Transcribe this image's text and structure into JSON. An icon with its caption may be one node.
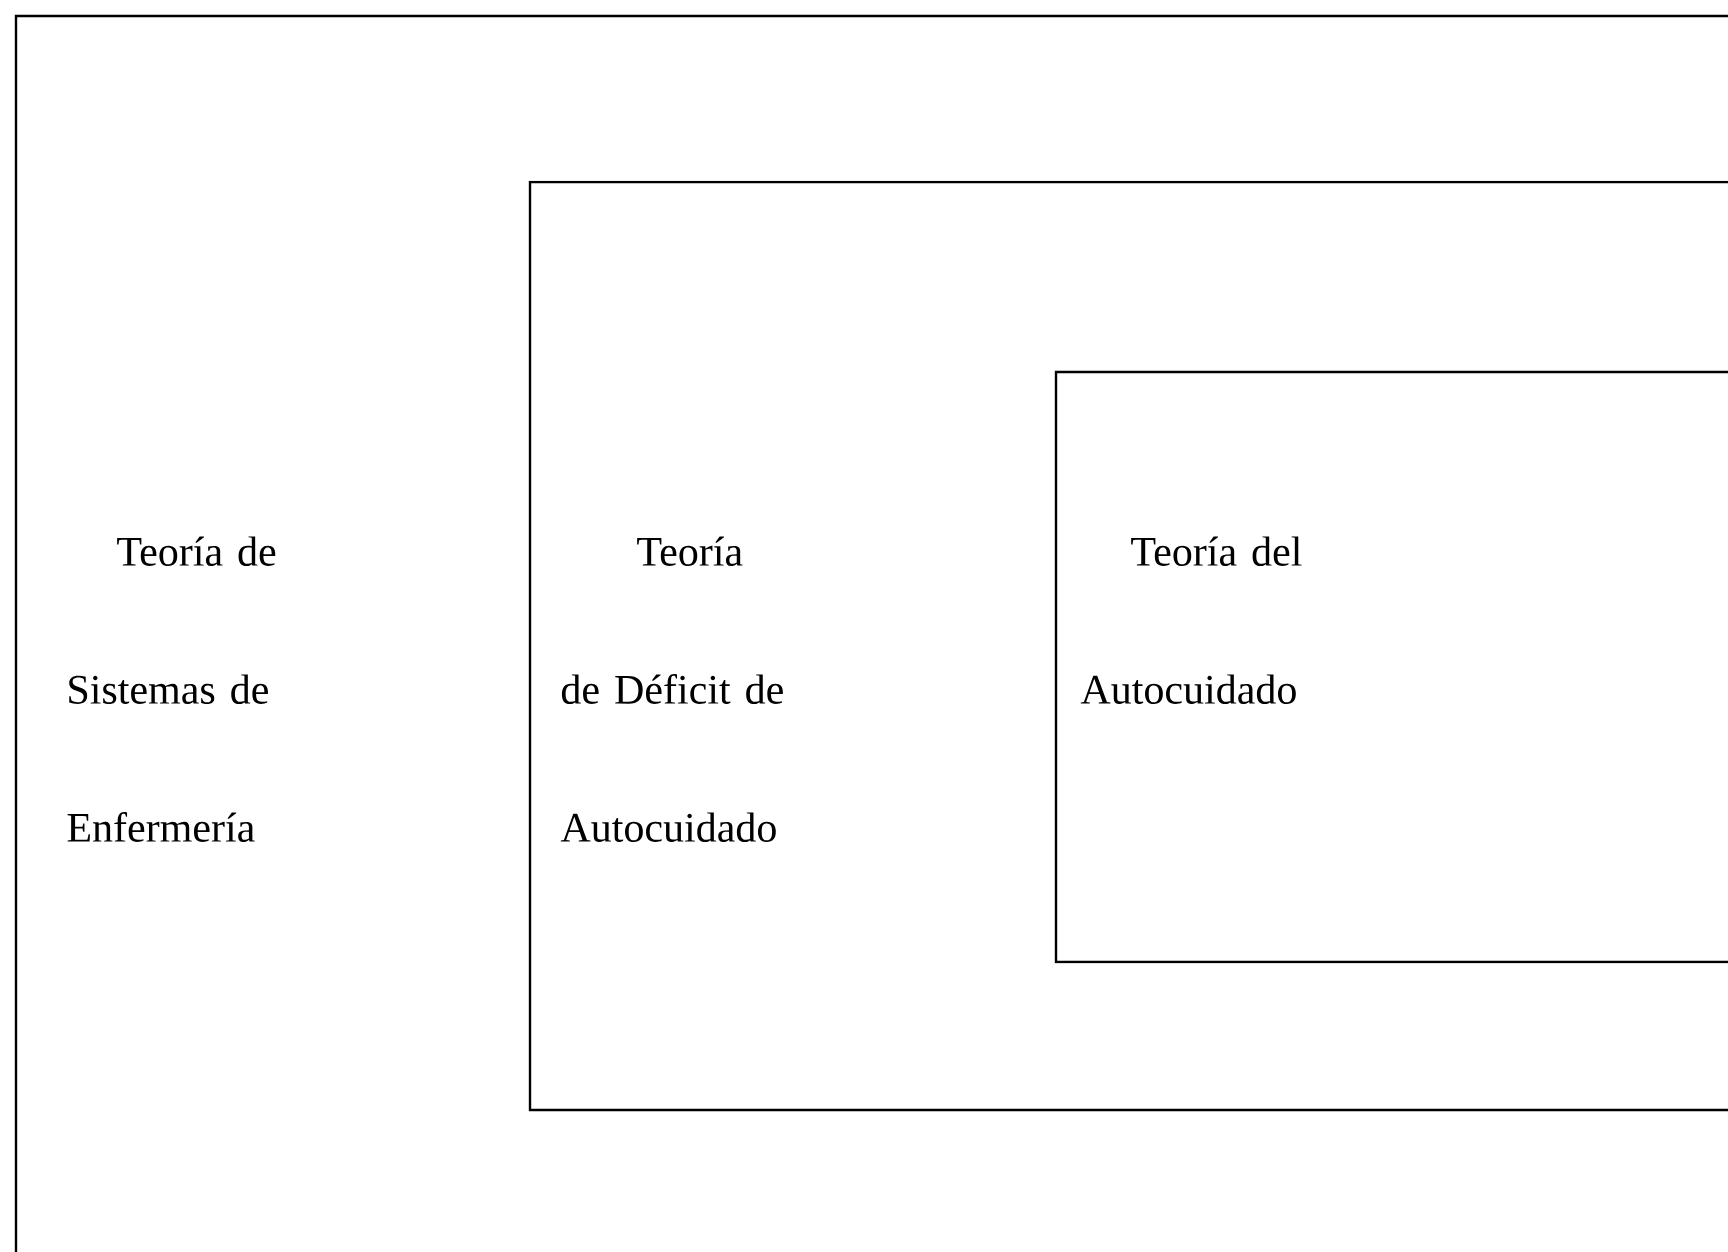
{
  "diagram": {
    "nodes": [
      {
        "text": [
          "Teoría de Sistemas de Enfermería"
        ]
      },
      {
        "text": [
          "Teoría de Déficit de Autocuidado"
        ],
        "in": 0
      },
      {
        "text": [
          "Teoría del Autocuidado"
        ],
        "in": 1
      }
    ]
  }
}
